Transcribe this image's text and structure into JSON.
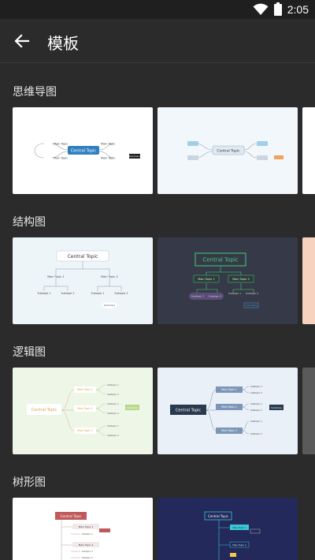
{
  "status_bar": {
    "time": "2:05"
  },
  "app_bar": {
    "title": "模板"
  },
  "sections": [
    {
      "title": "思维导图",
      "cards": [
        {
          "central": "Central Topic",
          "topics": [
            "Main Topic",
            "Main Topic",
            "Main Topic",
            "Main Topic"
          ],
          "summary": "Summary"
        },
        {
          "central": "Central Topic"
        }
      ]
    },
    {
      "title": "结构图",
      "cards": [
        {
          "central": "Central Topic",
          "topics": [
            "Main Topic 1",
            "Main Topic 2"
          ],
          "subs": [
            "Subtopic 1",
            "Subtopic 2",
            "Subtopic 1",
            "Subtopic 2"
          ],
          "summary": "Summary"
        },
        {
          "central": "Central Topic",
          "topics": [
            "Main Topic 1",
            "Main Topic 2"
          ],
          "subs": [
            "Subtopic 1",
            "Subtopic 2",
            "Subtopic 1",
            "Subtopic 2"
          ],
          "summary": "Summary"
        }
      ]
    },
    {
      "title": "逻辑图",
      "cards": [
        {
          "central": "Central Topic",
          "topics": [
            "Main Topic 1",
            "Main Topic 2",
            "Main Topic 3"
          ],
          "subs": [
            "Subtopic 1",
            "Subtopic 2",
            "Subtopic 1",
            "Subtopic 2",
            "Subtopic 1",
            "Subtopic 2"
          ],
          "summary": "Summary"
        },
        {
          "central": "Central Topic",
          "topics": [
            "Main Topic 1",
            "Main Topic 2",
            "Main Topic 3"
          ],
          "subs": [
            "Subtopic 1",
            "Subtopic 2",
            "Subtopic 1",
            "Subtopic 2",
            "Subtopic 1",
            "Subtopic 2"
          ],
          "summary": "Summary"
        }
      ]
    },
    {
      "title": "树形图",
      "cards": [
        {
          "central": "Central Topic",
          "topics": [
            "Main Topic 1",
            "Main Topic 2"
          ],
          "subs": [
            "Subtopic 1",
            "Subtopic 2",
            "Subtopic 3"
          ]
        },
        {
          "central": "Central Topic",
          "topics": [
            "Main Topic 1",
            "Main Topic 2"
          ]
        }
      ]
    }
  ]
}
